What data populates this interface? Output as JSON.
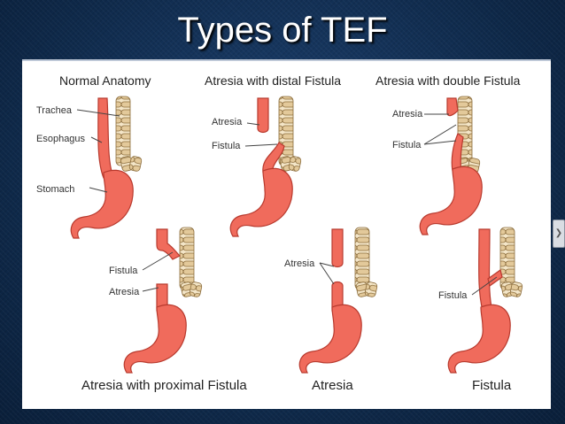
{
  "slide": {
    "title": "Types of TEF"
  },
  "panels": [
    {
      "title": "Normal Anatomy",
      "labels": [
        "Trachea",
        "Esophagus",
        "Stomach"
      ]
    },
    {
      "title": "Atresia with distal Fistula",
      "labels": [
        "Atresia",
        "Fistula"
      ]
    },
    {
      "title": "Atresia with double Fistula",
      "labels": [
        "Atresia",
        "Fistula"
      ]
    },
    {
      "title": "Atresia with proximal Fistula",
      "labels": [
        "Fistula",
        "Atresia"
      ]
    },
    {
      "title": "Atresia",
      "labels": [
        "Atresia"
      ]
    },
    {
      "title": "Fistula",
      "labels": [
        "Fistula"
      ]
    }
  ],
  "colors": {
    "esophagus": "#f06b5c",
    "trachea": "#e3c99a",
    "background": "#0f2a4d"
  },
  "icons": {
    "next_handle": "chevron-right-icon"
  }
}
